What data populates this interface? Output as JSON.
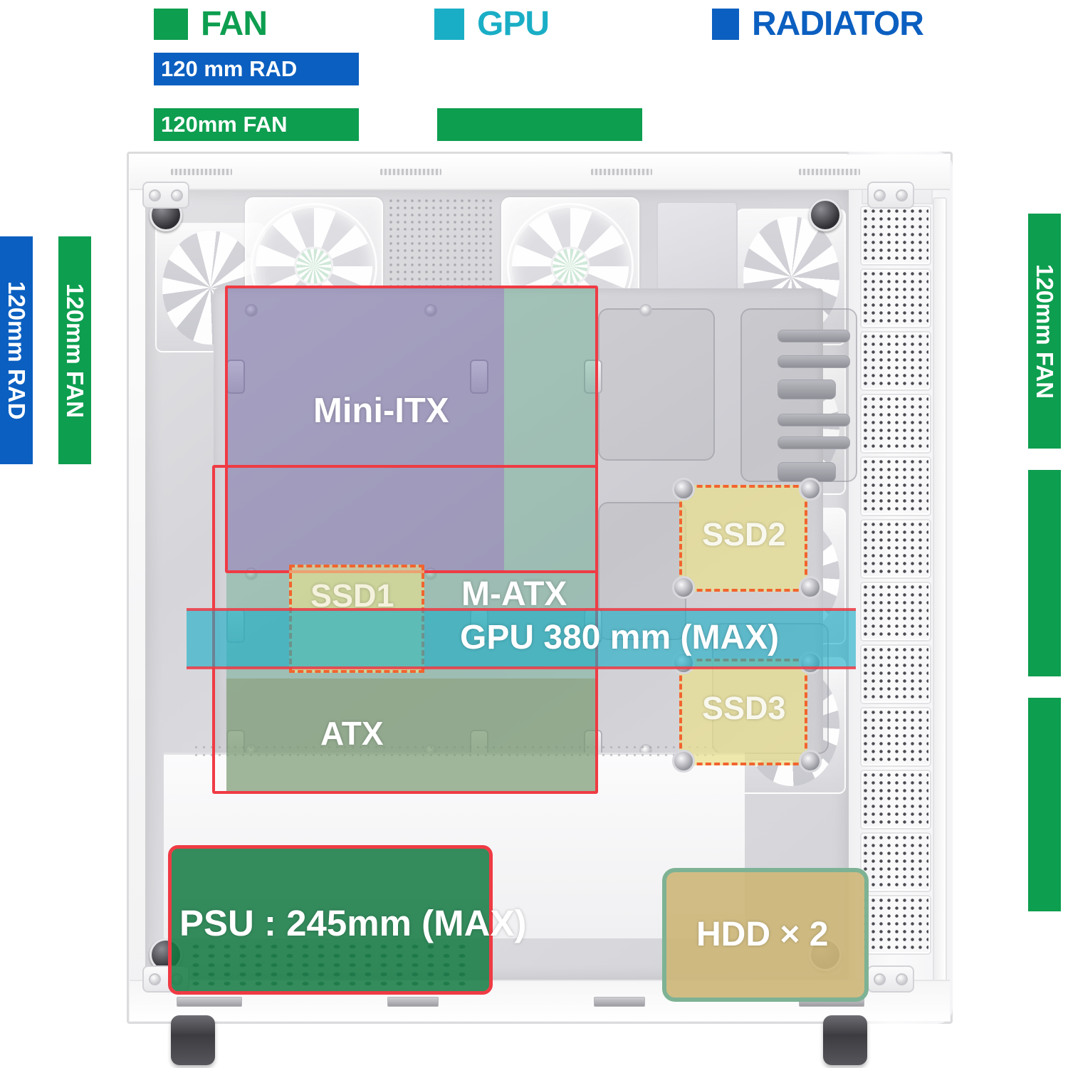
{
  "legend": {
    "items": [
      {
        "label": "FAN",
        "color": "#0d9e4f",
        "text_color": "#0d9e4f"
      },
      {
        "label": "GPU",
        "color": "#1aaec6",
        "text_color": "#1aaec6"
      },
      {
        "label": "RADIATOR",
        "color": "#0b5fc0",
        "text_color": "#0b5fc0"
      }
    ]
  },
  "tags": {
    "top_rad": "120 mm RAD",
    "top_fan": "120mm FAN",
    "left_rad": "120mm RAD",
    "left_fan": "120mm FAN",
    "right_fan": "120mm FAN"
  },
  "colors": {
    "fan_green": "#0d9e4f",
    "rad_blue": "#0b5fc0",
    "gpu_teal": "#1aaec6",
    "outline_red": "#ef3b44",
    "dash_orange": "#f2642e",
    "mini_itx": "#7b74a8",
    "matx": "#74ab93",
    "atx": "#b9a77e",
    "ssd_yellow": "#ede8a8",
    "hdd_tan": "#d9c891",
    "psu_green": "#1e8a4d"
  },
  "overlays": {
    "mini_itx": "Mini-ITX",
    "matx": "M-ATX",
    "atx": "ATX",
    "gpu": "GPU  380 mm (MAX)",
    "ssd1": "SSD1",
    "ssd2": "SSD2",
    "ssd3": "SSD3",
    "psu": "PSU :  245mm (MAX)",
    "hdd": "HDD × 2"
  }
}
